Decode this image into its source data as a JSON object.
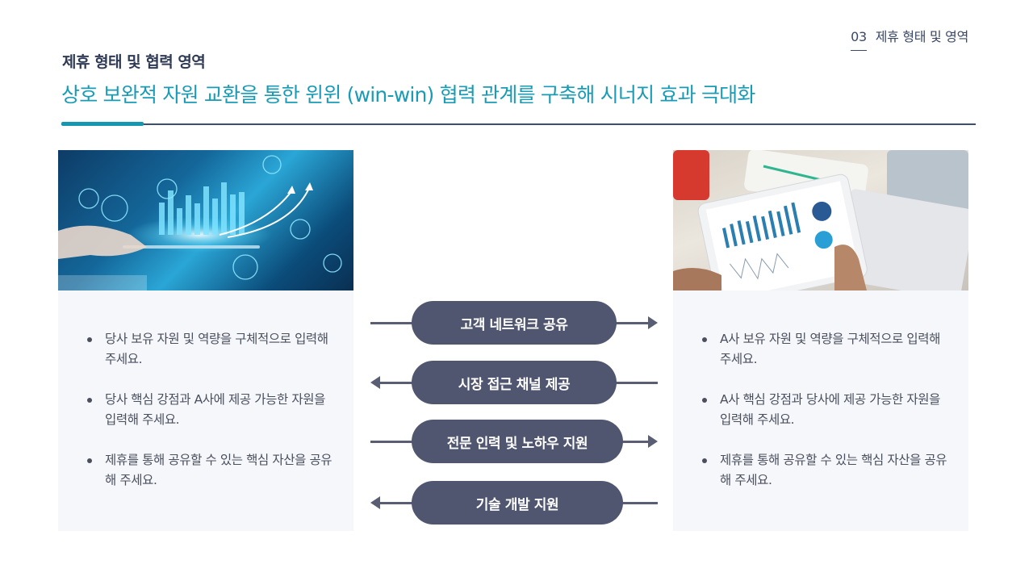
{
  "header": {
    "section_number": "03",
    "section_label": "제휴 형태 및 영역",
    "subtitle": "제휴 형태 및 협력 영역",
    "title": "상호 보완적 자원 교환을 통한 윈윈 (win-win) 협력 관계를 구축해 시너지 효과 극대화"
  },
  "colors": {
    "title_accent": "#1a9bb5",
    "rule": "#3b4f72",
    "rule_accent": "#1597b1",
    "pill": "#50566f",
    "card_bg": "#f6f7fb"
  },
  "left_panel": {
    "image": "digital-business-analytics-photo",
    "bullets": [
      "당사 보유 자원 및 역량을 구체적으로 입력해 주세요.",
      "당사 핵심 강점과 A사에 제공 가능한 자원을 입력해 주세요.",
      "제휴를 통해 공유할 수 있는 핵심 자산을 공유해 주세요."
    ]
  },
  "right_panel": {
    "image": "tablet-charts-desk-photo",
    "bullets": [
      "A사 보유 자원 및 역량을 구체적으로 입력해 주세요.",
      "A사 핵심 강점과 당사에 제공 가능한 자원을 입력해 주세요.",
      "제휴를 통해 공유할 수 있는 핵심 자산을 공유해 주세요."
    ]
  },
  "exchanges": [
    {
      "label": "고객 네트워크 공유",
      "direction": "right"
    },
    {
      "label": "시장 접근 채널 제공",
      "direction": "left"
    },
    {
      "label": "전문 인력 및 노하우 지원",
      "direction": "right"
    },
    {
      "label": "기술 개발 지원",
      "direction": "left"
    }
  ]
}
